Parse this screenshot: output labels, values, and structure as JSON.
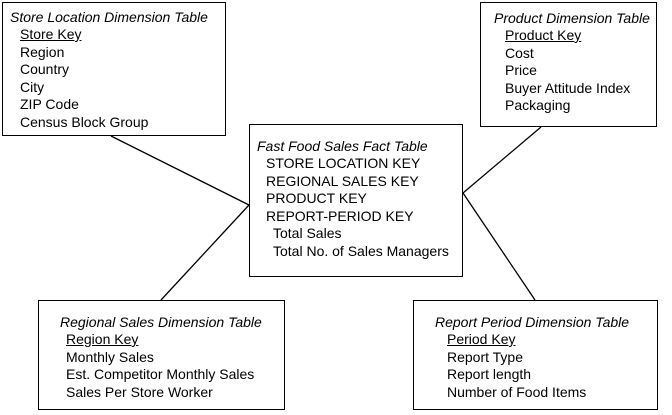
{
  "store_location_table": {
    "title": "Store Location Dimension Table",
    "key": "Store Key",
    "attributes": [
      "Region",
      "Country",
      "City",
      "ZIP Code",
      "Census Block Group"
    ]
  },
  "product_table": {
    "title": "Product Dimension Table",
    "key": "Product Key",
    "attributes": [
      "Cost",
      "Price",
      "Buyer Attitude Index",
      "Packaging"
    ]
  },
  "fact_table": {
    "title": "Fast Food Sales Fact Table",
    "keys": [
      "STORE LOCATION KEY",
      "REGIONAL SALES KEY",
      "PRODUCT KEY",
      "REPORT-PERIOD KEY"
    ],
    "measures": [
      "Total Sales",
      "Total No. of Sales Managers"
    ]
  },
  "regional_sales_table": {
    "title": "Regional Sales Dimension Table",
    "key": "Region Key",
    "attributes": [
      "Monthly Sales",
      "Est. Competitor Monthly Sales",
      "Sales Per Store Worker"
    ]
  },
  "report_period_table": {
    "title": "Report Period Dimension Table",
    "key": "Period Key",
    "attributes": [
      "Report Type",
      "Report length",
      "Number of Food Items"
    ]
  }
}
